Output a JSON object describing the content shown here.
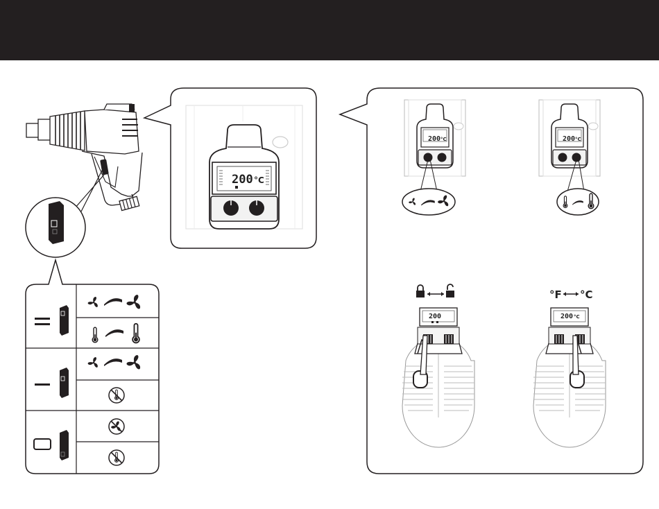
{
  "colors": {
    "header": "#231f20",
    "ink": "#231f20",
    "line": "#999999",
    "device_fill": "#f2f2f2"
  },
  "display": {
    "main_reading": "200",
    "main_unit": "°C",
    "small_reading": "200",
    "small_unit": "°C",
    "small_unit_f": "°F",
    "small_unit_c": "°C"
  },
  "icons": {
    "fan_adjust": "fan-arrow-fan",
    "temp_adjust": "thermometer-arrow-thermometer",
    "lock_toggle": "lock-arrow-unlock",
    "unit_toggle": "fahrenheit-arrow-celsius",
    "no_heat": "thermometer-crossed",
    "no_fan": "fan-crossed"
  },
  "switch_table": [
    {
      "position": "II",
      "function1": "fan-adjust",
      "function2": "temp-adjust"
    },
    {
      "position": "I",
      "function1": "fan-adjust",
      "function2": "no-heat"
    },
    {
      "position": "0",
      "function1": "no-fan",
      "function2": "no-heat"
    }
  ]
}
